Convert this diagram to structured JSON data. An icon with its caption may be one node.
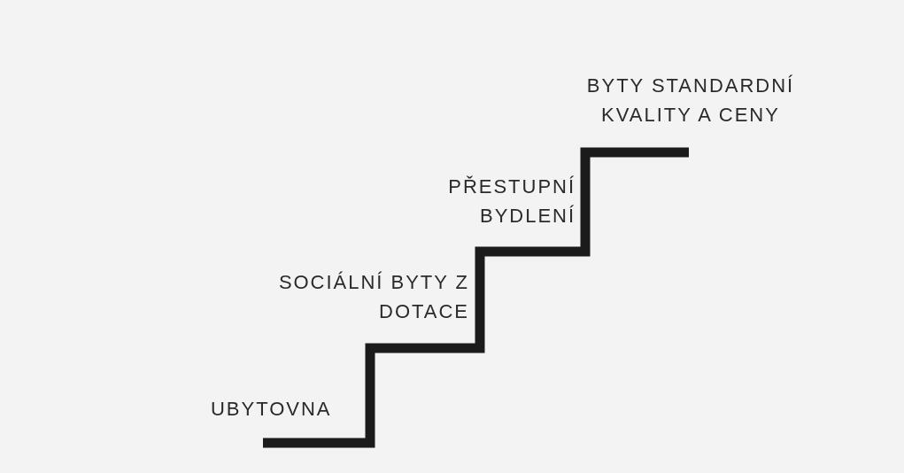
{
  "diagram": {
    "labels": [
      "UBYTOVNA",
      "SOCIÁLNÍ BYTY Z DOTACE",
      "PŘESTUPNÍ BYDLENÍ",
      "BYTY STANDARDNÍ KVALITY A CENY"
    ]
  }
}
